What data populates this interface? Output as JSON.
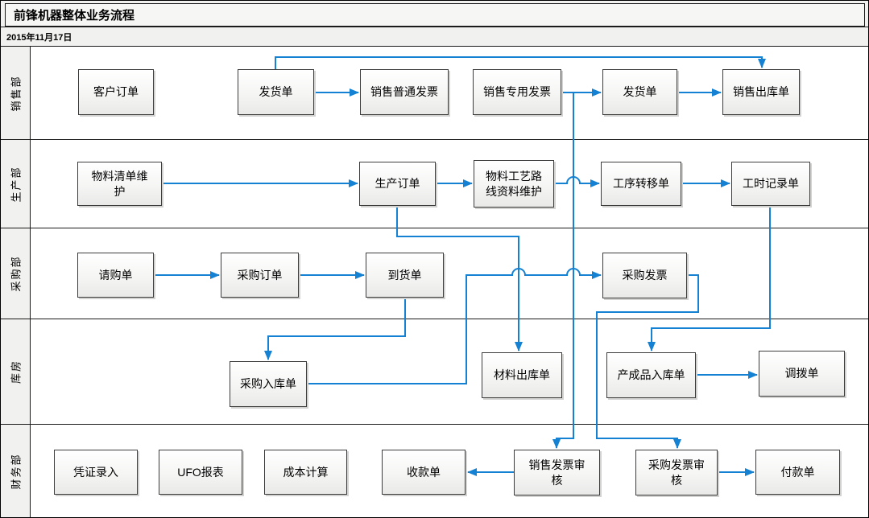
{
  "title": "前锋机器整体业务流程",
  "date": "2015年11月17日",
  "colors": {
    "connector_blue": "#1581d3",
    "node_border": "#3c3c3c",
    "lane_header_bg": "#f1f1ef",
    "frame_black": "#1a1a1a"
  },
  "lanes": [
    {
      "label": "销售部",
      "nodes": [
        {
          "label": "客户订单"
        },
        {
          "label": "发货单"
        },
        {
          "label": "销售普通发票"
        },
        {
          "label": "销售专用发票"
        },
        {
          "label": "发货单"
        },
        {
          "label": "销售出库单"
        }
      ]
    },
    {
      "label": "生产部",
      "nodes": [
        {
          "label": "物料清单维护"
        },
        {
          "label": "生产订单"
        },
        {
          "label": "物料工艺路线资料维护"
        },
        {
          "label": "工序转移单"
        },
        {
          "label": "工时记录单"
        }
      ]
    },
    {
      "label": "采购部",
      "nodes": [
        {
          "label": "请购单"
        },
        {
          "label": "采购订单"
        },
        {
          "label": "到货单"
        },
        {
          "label": "采购发票"
        }
      ]
    },
    {
      "label": "库房",
      "nodes": [
        {
          "label": "采购入库单"
        },
        {
          "label": "材料出库单"
        },
        {
          "label": "产成品入库单"
        },
        {
          "label": "调拨单"
        }
      ]
    },
    {
      "label": "财务部",
      "nodes": [
        {
          "label": "凭证录入"
        },
        {
          "label": "UFO报表"
        },
        {
          "label": "成本计算"
        },
        {
          "label": "收款单"
        },
        {
          "label": "销售发票审核"
        },
        {
          "label": "采购发票审核"
        },
        {
          "label": "付款单"
        }
      ]
    }
  ],
  "connections": [
    {
      "from": "发货单(销售部)",
      "to": "销售普通发票"
    },
    {
      "from": "发货单(销售部)",
      "to": "销售出库单"
    },
    {
      "from": "销售专用发票",
      "to": "发货单(销售部,第二个)"
    },
    {
      "from": "发货单(销售部,第二个)",
      "to": "销售出库单"
    },
    {
      "from": "销售专用发票",
      "to": "销售发票审核"
    },
    {
      "from": "物料清单维护",
      "to": "生产订单"
    },
    {
      "from": "生产订单",
      "to": "物料工艺路线资料维护"
    },
    {
      "from": "物料工艺路线资料维护",
      "to": "工序转移单"
    },
    {
      "from": "工序转移单",
      "to": "工时记录单"
    },
    {
      "from": "生产订单",
      "to": "材料出库单"
    },
    {
      "from": "工时记录单",
      "to": "产成品入库单"
    },
    {
      "from": "请购单",
      "to": "采购订单"
    },
    {
      "from": "采购订单",
      "to": "到货单"
    },
    {
      "from": "到货单",
      "to": "采购入库单"
    },
    {
      "from": "采购入库单",
      "to": "采购发票"
    },
    {
      "from": "采购发票",
      "to": "采购发票审核"
    },
    {
      "from": "产成品入库单",
      "to": "调拨单"
    },
    {
      "from": "销售发票审核",
      "to": "收款单"
    },
    {
      "from": "采购发票审核",
      "to": "付款单"
    }
  ]
}
